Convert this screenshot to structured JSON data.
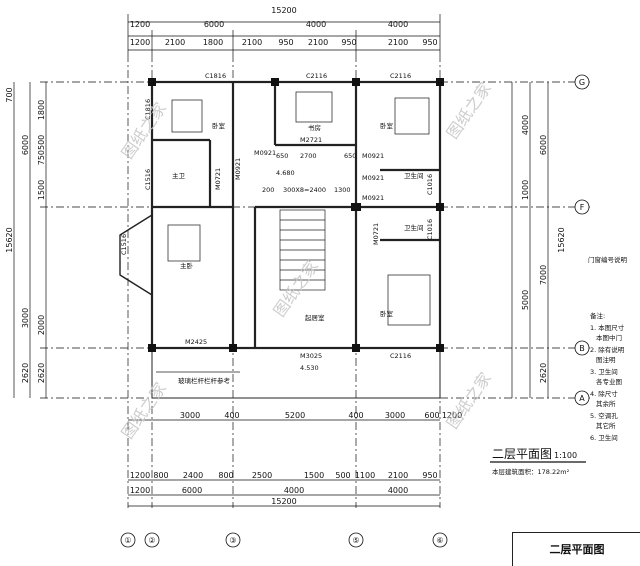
{
  "drawing": {
    "title": "二层平面图",
    "scale": "1:100",
    "area_note": "本层建筑面积：178.22m²",
    "title_block": "二层平面图"
  },
  "dimensions": {
    "top_total": "15200",
    "top_row1": [
      "1200",
      "6000",
      "4000",
      "4000"
    ],
    "top_row2": [
      "1200",
      "2100",
      "1800",
      "2100",
      "950",
      "2100",
      "950",
      "2100",
      "950"
    ],
    "bottom_row1": [
      "3000",
      "400",
      "5200",
      "400",
      "3000",
      "600",
      "1200"
    ],
    "bottom_row2": [
      "1200",
      "800",
      "2400",
      "800",
      "2500",
      "1500",
      "500",
      "1100",
      "2100",
      "950"
    ],
    "bottom_row3": [
      "1200",
      "6000",
      "4000",
      "4000"
    ],
    "bottom_total": "15200",
    "left_outer": [
      "700",
      "6000",
      "15620",
      "3000",
      "2620"
    ],
    "left_inner": [
      "1800",
      "750500",
      "1500",
      "2000",
      "2620"
    ],
    "right_outer": [
      "4000",
      "6000",
      "1000",
      "15620",
      "7000",
      "5000",
      "2620"
    ]
  },
  "axes": {
    "columns": [
      "①",
      "②",
      "③",
      "⑤",
      "⑥"
    ],
    "rows": [
      "G",
      "F",
      "B",
      "A"
    ]
  },
  "rooms": [
    {
      "key": "bedroom1",
      "label": "卧室"
    },
    {
      "key": "study",
      "label": "书房"
    },
    {
      "key": "bedroom2",
      "label": "卧室"
    },
    {
      "key": "master_bath",
      "label": "主卫"
    },
    {
      "key": "bath1",
      "label": "卫生间"
    },
    {
      "key": "bath2",
      "label": "卫生间"
    },
    {
      "key": "master_bed",
      "label": "主卧"
    },
    {
      "key": "bedroom3",
      "label": "卧室"
    },
    {
      "key": "lounge",
      "label": "起居室"
    }
  ],
  "openings": [
    "C1816",
    "C2116",
    "C2116",
    "C1816",
    "M2721",
    "M0921",
    "M0921",
    "M0921",
    "M0721",
    "M0721",
    "C1516",
    "C1516",
    "C1016",
    "C1016",
    "M2425",
    "M3025",
    "C2116",
    "M0921",
    "M0921"
  ],
  "misc_labels": {
    "elev1": "4.680",
    "elev2": "4.530",
    "stair": "300X8=2400",
    "d2700": "2700",
    "d1300": "1300",
    "d650a": "650",
    "d650b": "650",
    "d200": "200",
    "railing": "玻璃栏杆栏杆参考",
    "side_note": "门窗编号说明",
    "notes_title": "备注:",
    "notes": [
      "1. 本图尺寸",
      "本图中门",
      "2. 除有说明",
      "图注明",
      "3. 卫生间",
      "各专业图",
      "4. 除尺寸",
      "其余所",
      "5. 空调孔",
      "其它所",
      "6. 卫生间"
    ],
    "watermark": "图纸之家"
  },
  "colors": {
    "line": "#111111",
    "wall": "#222222",
    "watermark": "#c8c8c8"
  }
}
